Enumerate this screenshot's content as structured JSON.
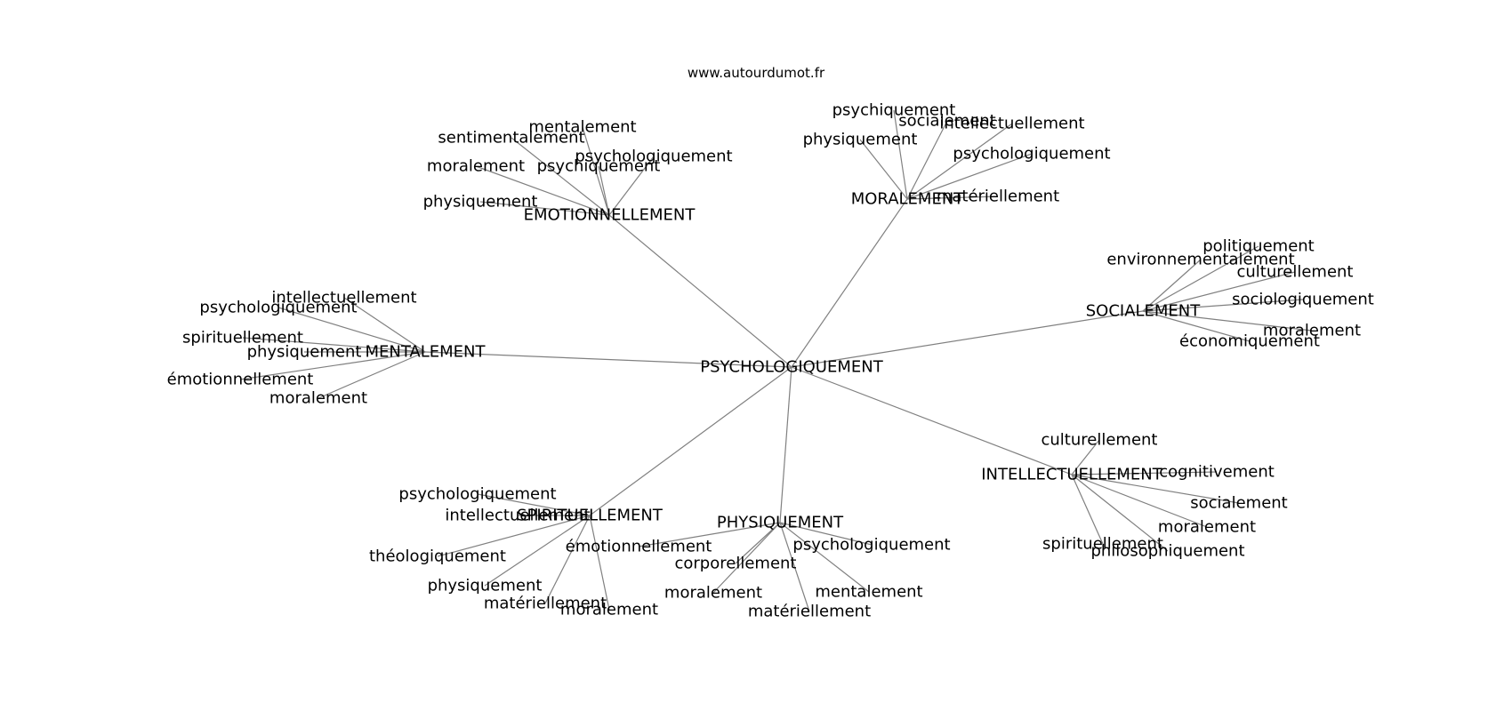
{
  "site_label": "www.autourdumot.fr",
  "colors": {
    "edge": "#808080",
    "text": "#000000",
    "background": "#ffffff"
  },
  "graph": {
    "center": "PSYCHOLOGIQUEMENT",
    "clusters": [
      {
        "hub": "EMOTIONNELLEMENT",
        "leaves": [
          "sentimentalement",
          "mentalement",
          "moralement",
          "psychiquement",
          "psychologiquement",
          "physiquement"
        ]
      },
      {
        "hub": "MORALEMENT",
        "leaves": [
          "psychiquement",
          "socialement",
          "intellectuellement",
          "physiquement",
          "psychologiquement",
          "matériellement"
        ]
      },
      {
        "hub": "SOCIALEMENT",
        "leaves": [
          "politiquement",
          "environnementalement",
          "culturellement",
          "sociologiquement",
          "moralement",
          "économiquement"
        ]
      },
      {
        "hub": "MENTALEMENT",
        "leaves": [
          "intellectuellement",
          "psychologiquement",
          "spirituellement",
          "physiquement",
          "émotionnellement",
          "moralement"
        ]
      },
      {
        "hub": "INTELLECTUELLEMENT",
        "leaves": [
          "culturellement",
          "cognitivement",
          "socialement",
          "moralement",
          "spirituellement",
          "philosophiquement"
        ]
      },
      {
        "hub": "SPIRITUELLEMENT",
        "leaves": [
          "psychologiquement",
          "intellectuellement",
          "théologiquement",
          "physiquement",
          "matériellement",
          "moralement"
        ]
      },
      {
        "hub": "PHYSIQUEMENT",
        "leaves": [
          "émotionnellement",
          "psychologiquement",
          "corporellement",
          "moralement",
          "mentalement",
          "matériellement"
        ]
      }
    ]
  }
}
